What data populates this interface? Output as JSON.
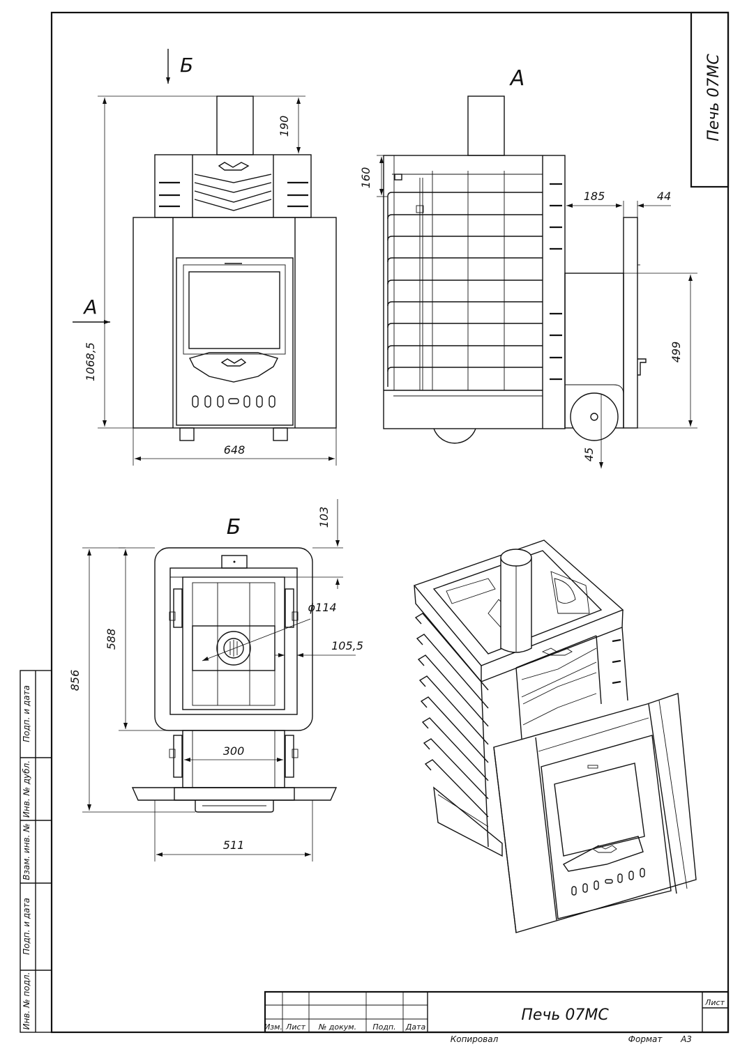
{
  "title_vertical": "Печь 07МС",
  "title_block": {
    "name": "Печь 07МС",
    "sheet_label": "Лист",
    "columns": [
      "Изм.",
      "Лист",
      "№ докум.",
      "Подп.",
      "Дата"
    ],
    "copied": "Копировал",
    "format_label": "Формат",
    "format_value": "А3"
  },
  "side_strip": [
    "Подп. и дата",
    "Инв. № дубл.",
    "Взам. инв. №",
    "Подп. и дата",
    "Инв. № подл."
  ],
  "views": {
    "front_section_mark": "Б",
    "side_view_label": "А",
    "side_arrow_mark": "А",
    "top_view_label": "Б"
  },
  "dimensions": {
    "front_chimney": "190",
    "front_height": "1068,5",
    "front_width": "648",
    "side_top": "160",
    "side_185": "185",
    "side_44": "44",
    "side_499": "499",
    "side_45": "45",
    "top_103": "103",
    "top_diameter": "ϕ114",
    "top_105": "105,5",
    "top_588": "588",
    "top_856": "856",
    "top_300": "300",
    "top_511": "511"
  }
}
